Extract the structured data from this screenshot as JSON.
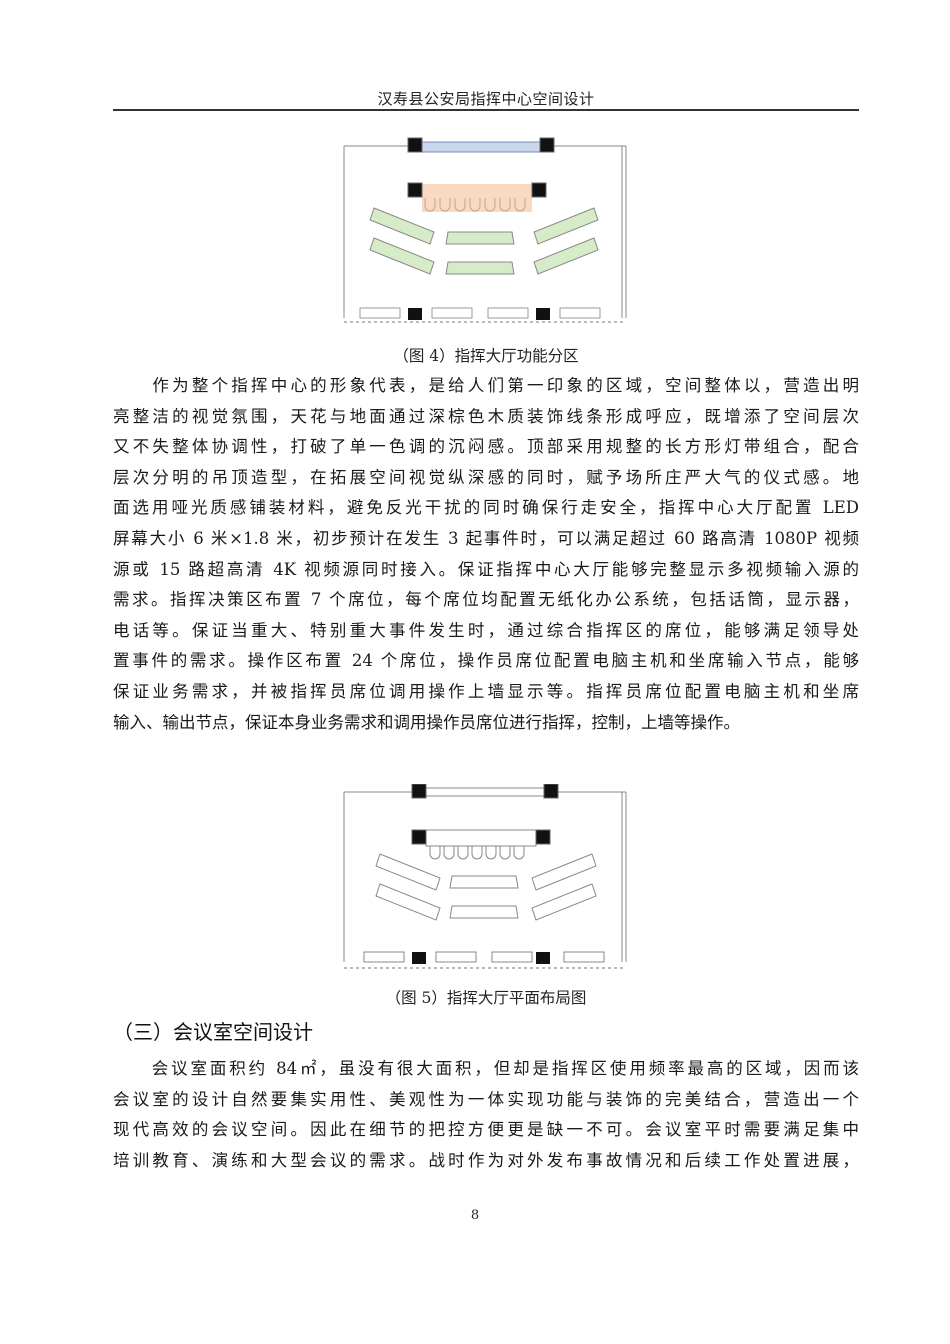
{
  "header": {
    "title": "汉寿县公安局指挥中心空间设计"
  },
  "figure4": {
    "caption": "（图 4）指挥大厅功能分区",
    "zone_colors": {
      "led_screen": "#c9d6ee",
      "decision_zone": "#f8d9c2",
      "operation_zone": "#d6ebc8"
    }
  },
  "paragraph1": {
    "lines": [
      "　　作为整个指挥中心的形象代表，是给人们第一印象的区域，空间整体以，营造出明",
      "亮整洁的视觉氛围，天花与地面通过深棕色木质装饰线条形成呼应，既增添了空间层次",
      "又不失整体协调性，打破了单一色调的沉闷感。顶部采用规整的长方形灯带组合，配合",
      "层次分明的吊顶造型，在拓展空间视觉纵深感的同时，赋予场所庄严大气的仪式感。地",
      "面选用哑光质感铺装材料，避免反光干扰的同时确保行走安全，指挥中心大厅配置 LED",
      "屏幕大小 6 米×1.8 米，初步预计在发生 3 起事件时，可以满足超过 60 路高清 1080P 视频",
      "源或 15 路超高清 4K 视频源同时接入。保证指挥中心大厅能够完整显示多视频输入源的",
      "需求。指挥决策区布置 7 个席位，每个席位均配置无纸化办公系统，包括话筒，显示器，",
      "电话等。保证当重大、特别重大事件发生时，通过综合指挥区的席位，能够满足领导处",
      "置事件的需求。操作区布置 24 个席位，操作员席位配置电脑主机和坐席输入节点，能够",
      "保证业务需求，并被指挥员席位调用操作上墙显示等。指挥员席位配置电脑主机和坐席",
      "输入、输出节点，保证本身业务需求和调用操作员席位进行指挥，控制，上墙等操作。"
    ]
  },
  "figure5": {
    "caption": "（图 5）指挥大厅平面布局图"
  },
  "section3": {
    "title": "（三）会议室空间设计"
  },
  "paragraph2": {
    "lines": [
      "　　会议室面积约 84㎡，虽没有很大面积，但却是指挥区使用频率最高的区域，因而该",
      "会议室的设计自然要集实用性、美观性为一体实现功能与装饰的完美结合，营造出一个",
      "现代高效的会议空间。因此在细节的把控方便更是缺一不可。会议室平时需要满足集中",
      "培训教育、演练和大型会议的需求。战时作为对外发布事故情况和后续工作处置进展，"
    ]
  },
  "footer": {
    "page_number": "8"
  }
}
